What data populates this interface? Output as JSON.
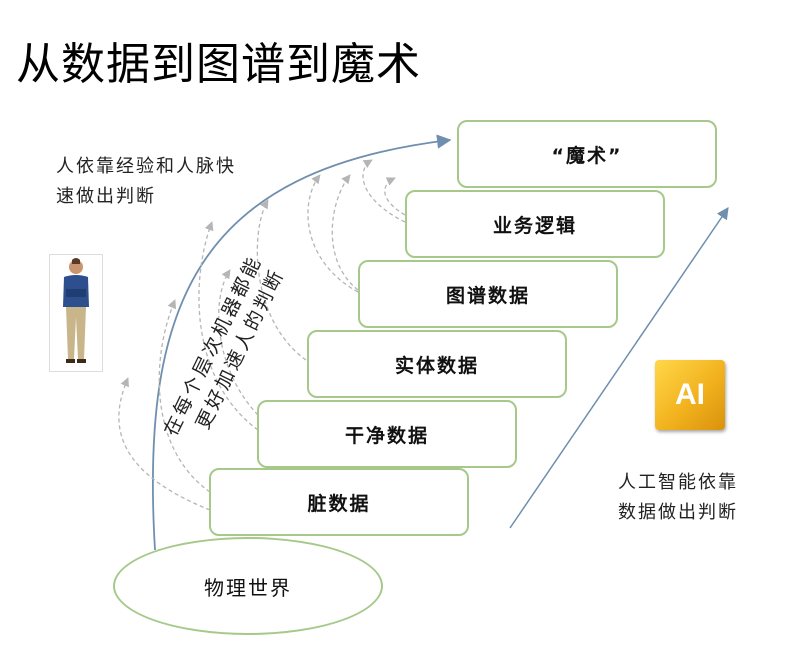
{
  "title": "从数据到图谱到魔术",
  "steps": {
    "magic": "“魔术”",
    "business": "业务逻辑",
    "graph": "图谱数据",
    "entity": "实体数据",
    "clean": "干净数据",
    "dirty": "脏数据"
  },
  "base": "物理世界",
  "human_note": [
    "人依靠经验和人脉快",
    "速做出判断"
  ],
  "ai_note": [
    "人工智能依靠",
    "数据做出判断"
  ],
  "layer_note": [
    "在每个层次机器都能",
    "更好加速人的判断"
  ],
  "ai_icon": {
    "label": "AI",
    "name": "ai-icon"
  },
  "colors": {
    "step_border": "#a6c98a",
    "arrow": "#6f8fae",
    "dashed": "#b5b5b5",
    "ai_bg": "#f2b21e"
  }
}
